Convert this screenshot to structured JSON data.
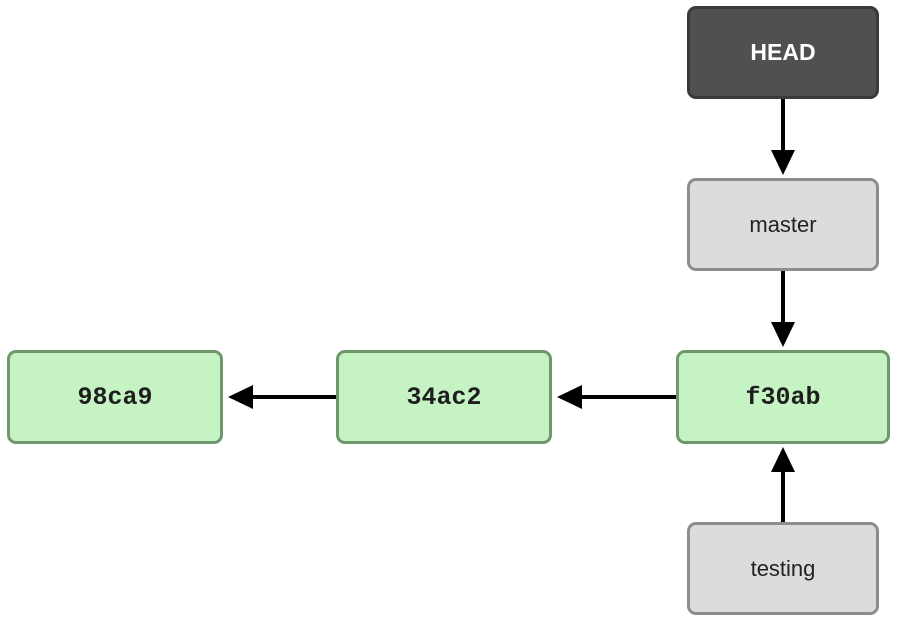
{
  "refs": {
    "head": "HEAD",
    "master": "master",
    "testing": "testing"
  },
  "commits": {
    "c1": "98ca9",
    "c2": "34ac2",
    "c3": "f30ab"
  },
  "colors": {
    "commit_fill": "#c6f3c3",
    "commit_border": "#6f976c",
    "branch_fill": "#dcdcdc",
    "branch_border": "#8d8d8d",
    "head_fill": "#505050",
    "arrow": "#000000"
  }
}
